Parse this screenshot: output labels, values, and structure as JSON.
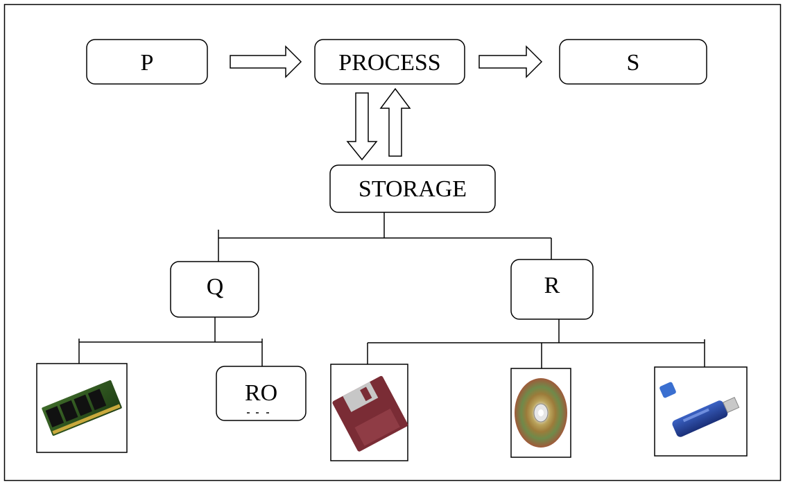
{
  "diagram": {
    "nodes": {
      "p": "P",
      "process": "PROCESS",
      "s": "S",
      "storage": "STORAGE",
      "q": "Q",
      "r": "R",
      "rom": "RO"
    },
    "pictures": {
      "ram_chip": "ram-chip-image",
      "floppy_disk": "floppy-disk-image",
      "compact_disc": "compact-disc-image",
      "usb_drive": "usb-flash-drive-image"
    }
  }
}
